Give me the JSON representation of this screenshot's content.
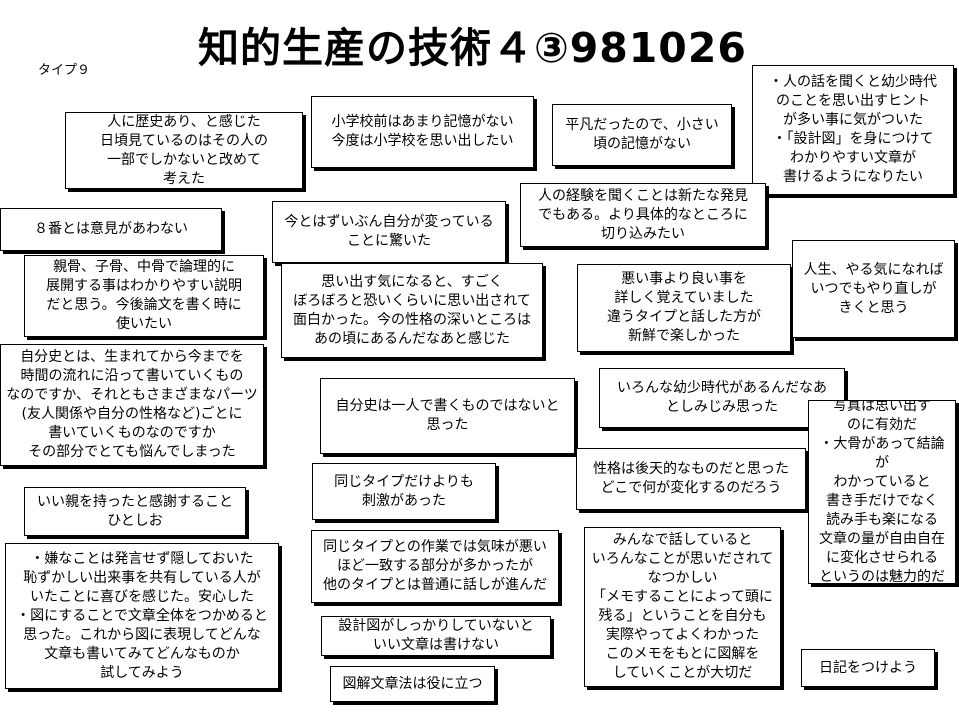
{
  "title": "知的生産の技術４③981026",
  "subtitle": "タイプ９",
  "notes": [
    "人に歴史あり、と感じた\n日頃見ているのはその人の\n一部でしかないと改めて\n考えた",
    "小学校前はあまり記憶がない\n今度は小学校を思い出したい",
    "平凡だったので、小さい\n頃の記憶がない",
    "・人の話を聞くと幼少時代\nのことを思い出すヒント\nが多い事に気がついた\n・「設計図」を身につけて\nわかりやすい文章が\n書けるようになりたい",
    "８番とは意見があわない",
    "今とはずいぶん自分が変っている\nことに驚いた",
    "人の経験を聞くことは新たな発見\nでもある。より具体的なところに\n切り込みたい",
    "親骨、子骨、中骨で論理的に\n展開する事はわかりやすい説明\nだと思う。今後論文を書く時に\n使いたい",
    "思い出す気になると、すごく\nぼろぼろと恐いくらいに思い出されて\n面白かった。今の性格の深いところは\nあの頃にあるんだなあと感じた",
    "悪い事より良い事を\n詳しく覚えていました\n違うタイプと話した方が\n新鮮で楽しかった",
    "人生、やる気になれば\nいつでもやり直しが\nきくと思う",
    "自分史とは、生まれてから今までを\n時間の流れに沿って書いていくもの\nなのですか、それともさまざまなパーツ\n(友人関係や自分の性格など)ごとに\n書いていくものなのですか\nその部分でとても悩んでしまった",
    "自分史は一人で書くものではないと\n思った",
    "いろんな幼少時代があるんだなあ\nとしみじみ思った",
    "写真は思い出す\nのに有効だ\n・大骨があって結論が\nわかっていると\n書き手だけでなく\n読み手も楽になる\n文章の量が自由自在\nに変化させられる\nというのは魅力的だ",
    "同じタイプだけよりも\n刺激があった",
    "性格は後天的なものだと思った\nどこで何が変化するのだろう",
    "いい親を持ったと感謝すること\nひとしお",
    "・嫌なことは発言せず隠しておいた\n恥ずかしい出来事を共有している人が\nいたことに喜びを感じた。安心した\n・図にすることで文章全体をつかめると\n思った。これから図に表現してどんな\n文章も書いてみてどんなものか\n試してみよう",
    "同じタイプとの作業では気味が悪い\nほど一致する部分が多かったが\n他のタイプとは普通に話しが進んだ",
    "みんなで話していると\nいろんなことが思いだされて\nなつかしい\n「メモすることによって頭に\n残る」ということを自分も\n実際やってよくわかった\nこのメモをもとに図解を\nしていくことが大切だ",
    "設計図がしっかりしていないと\nいい文章は書けない",
    "図解文章法は役に立つ",
    "日記をつけよう"
  ]
}
